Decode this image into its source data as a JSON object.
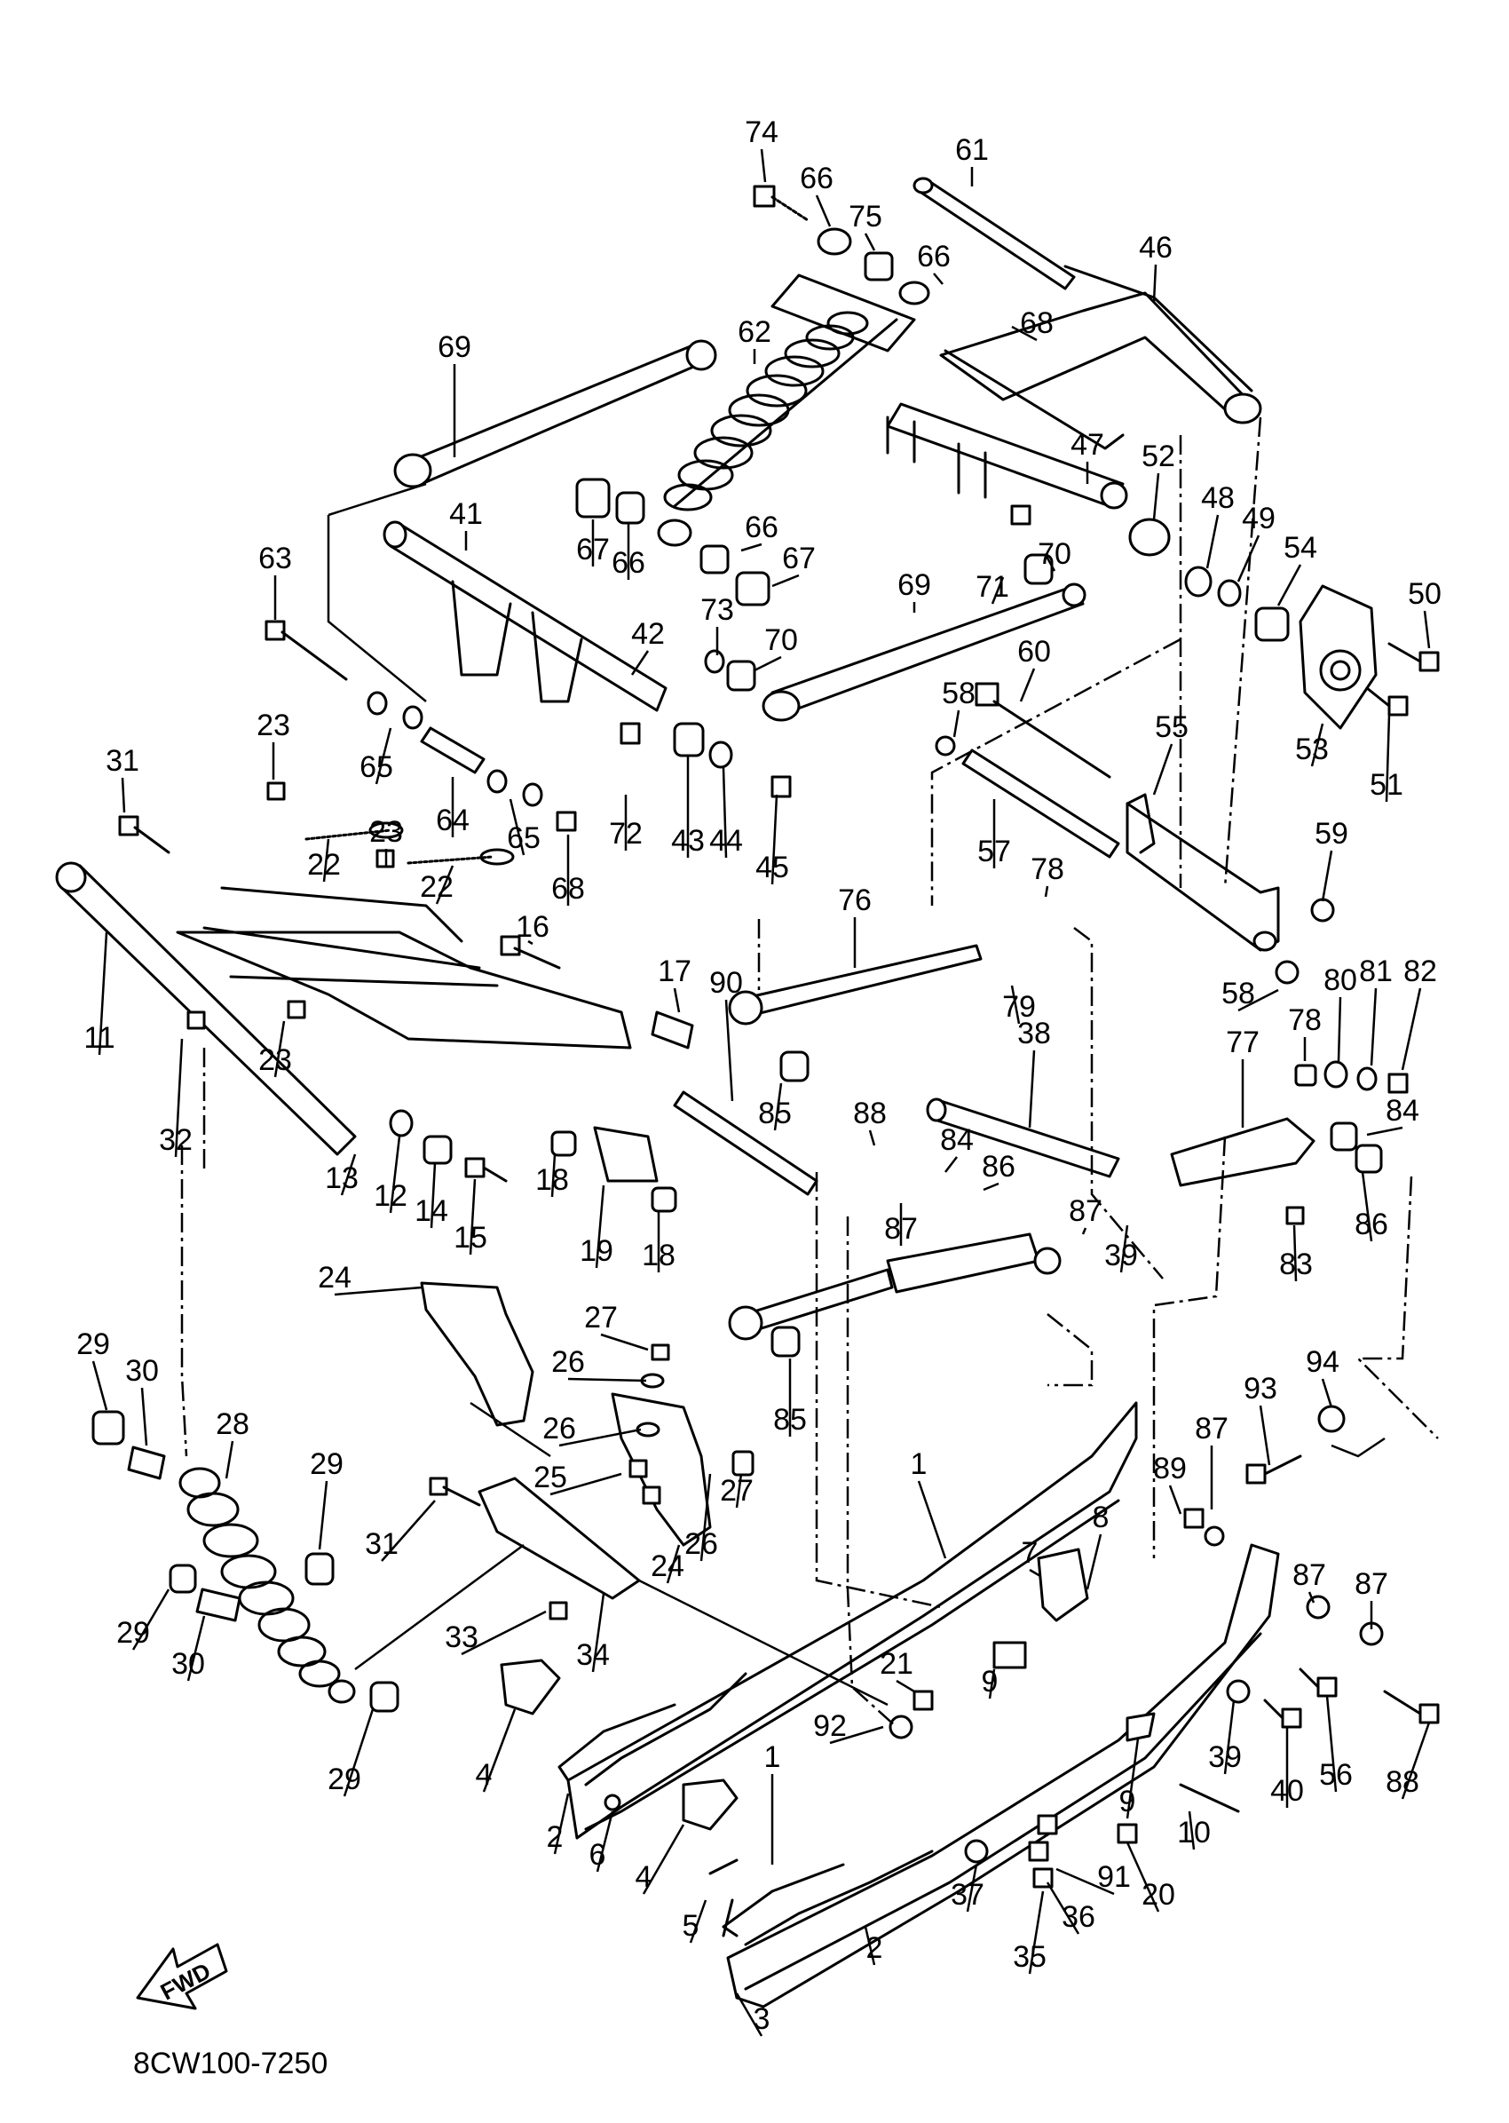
{
  "diagram": {
    "code": "8CW100-7250",
    "fwd_label": "FWD",
    "callouts": [
      {
        "id": "c74",
        "label": "74"
      },
      {
        "id": "c66a",
        "label": "66"
      },
      {
        "id": "c75",
        "label": "75"
      },
      {
        "id": "c61",
        "label": "61"
      },
      {
        "id": "c66b",
        "label": "66"
      },
      {
        "id": "c68a",
        "label": "68"
      },
      {
        "id": "c46",
        "label": "46"
      },
      {
        "id": "c69a",
        "label": "69"
      },
      {
        "id": "c62",
        "label": "62"
      },
      {
        "id": "c47",
        "label": "47"
      },
      {
        "id": "c52",
        "label": "52"
      },
      {
        "id": "c48",
        "label": "48"
      },
      {
        "id": "c49",
        "label": "49"
      },
      {
        "id": "c54",
        "label": "54"
      },
      {
        "id": "c50",
        "label": "50"
      },
      {
        "id": "c41",
        "label": "41"
      },
      {
        "id": "c67a",
        "label": "67"
      },
      {
        "id": "c66c",
        "label": "66"
      },
      {
        "id": "c66d",
        "label": "66"
      },
      {
        "id": "c67b",
        "label": "67"
      },
      {
        "id": "c71",
        "label": "71"
      },
      {
        "id": "c70a",
        "label": "70"
      },
      {
        "id": "c63",
        "label": "63"
      },
      {
        "id": "c73",
        "label": "73"
      },
      {
        "id": "c70b",
        "label": "70"
      },
      {
        "id": "c69b",
        "label": "69"
      },
      {
        "id": "c42",
        "label": "42"
      },
      {
        "id": "c53",
        "label": "53"
      },
      {
        "id": "c51",
        "label": "51"
      },
      {
        "id": "c58a",
        "label": "58"
      },
      {
        "id": "c60",
        "label": "60"
      },
      {
        "id": "c23a",
        "label": "23"
      },
      {
        "id": "c65a",
        "label": "65"
      },
      {
        "id": "c55",
        "label": "55"
      },
      {
        "id": "c31a",
        "label": "31"
      },
      {
        "id": "c22a",
        "label": "22"
      },
      {
        "id": "c64",
        "label": "64"
      },
      {
        "id": "c65b",
        "label": "65"
      },
      {
        "id": "c72",
        "label": "72"
      },
      {
        "id": "c43",
        "label": "43"
      },
      {
        "id": "c44",
        "label": "44"
      },
      {
        "id": "c45",
        "label": "45"
      },
      {
        "id": "c57",
        "label": "57"
      },
      {
        "id": "c59",
        "label": "59"
      },
      {
        "id": "c23b",
        "label": "23"
      },
      {
        "id": "c22b",
        "label": "22"
      },
      {
        "id": "c68b",
        "label": "68"
      },
      {
        "id": "c78a",
        "label": "78"
      },
      {
        "id": "c76",
        "label": "76"
      },
      {
        "id": "c16",
        "label": "16"
      },
      {
        "id": "c79",
        "label": "79"
      },
      {
        "id": "c58b",
        "label": "58"
      },
      {
        "id": "c80",
        "label": "80"
      },
      {
        "id": "c81",
        "label": "81"
      },
      {
        "id": "c82",
        "label": "82"
      },
      {
        "id": "c11",
        "label": "11"
      },
      {
        "id": "c17",
        "label": "17"
      },
      {
        "id": "c90",
        "label": "90"
      },
      {
        "id": "c78b",
        "label": "78"
      },
      {
        "id": "c23c",
        "label": "23"
      },
      {
        "id": "c85a",
        "label": "85"
      },
      {
        "id": "c38",
        "label": "38"
      },
      {
        "id": "c77",
        "label": "77"
      },
      {
        "id": "c84a",
        "label": "84"
      },
      {
        "id": "c32",
        "label": "32"
      },
      {
        "id": "c88a",
        "label": "88"
      },
      {
        "id": "c13",
        "label": "13"
      },
      {
        "id": "c12",
        "label": "12"
      },
      {
        "id": "c14",
        "label": "14"
      },
      {
        "id": "c18a",
        "label": "18"
      },
      {
        "id": "c84b",
        "label": "84"
      },
      {
        "id": "c86a",
        "label": "86"
      },
      {
        "id": "c15",
        "label": "15"
      },
      {
        "id": "c87a",
        "label": "87"
      },
      {
        "id": "c87b",
        "label": "87"
      },
      {
        "id": "c39a",
        "label": "39"
      },
      {
        "id": "c86b",
        "label": "86"
      },
      {
        "id": "c19",
        "label": "19"
      },
      {
        "id": "c18b",
        "label": "18"
      },
      {
        "id": "c83",
        "label": "83"
      },
      {
        "id": "c24a",
        "label": "24"
      },
      {
        "id": "c27a",
        "label": "27"
      },
      {
        "id": "c29a",
        "label": "29"
      },
      {
        "id": "c30a",
        "label": "30"
      },
      {
        "id": "c26a",
        "label": "26"
      },
      {
        "id": "c94",
        "label": "94"
      },
      {
        "id": "c93",
        "label": "93"
      },
      {
        "id": "c85b",
        "label": "85"
      },
      {
        "id": "c28",
        "label": "28"
      },
      {
        "id": "c26b",
        "label": "26"
      },
      {
        "id": "c87c",
        "label": "87"
      },
      {
        "id": "c1a",
        "label": "1"
      },
      {
        "id": "c29b",
        "label": "29"
      },
      {
        "id": "c25",
        "label": "25"
      },
      {
        "id": "c27b",
        "label": "27"
      },
      {
        "id": "c89",
        "label": "89"
      },
      {
        "id": "c26c",
        "label": "26"
      },
      {
        "id": "c31b",
        "label": "31"
      },
      {
        "id": "c24b",
        "label": "24"
      },
      {
        "id": "c8",
        "label": "8"
      },
      {
        "id": "c7",
        "label": "7"
      },
      {
        "id": "c87d",
        "label": "87"
      },
      {
        "id": "c87e",
        "label": "87"
      },
      {
        "id": "c29c",
        "label": "29"
      },
      {
        "id": "c30b",
        "label": "30"
      },
      {
        "id": "c33",
        "label": "33"
      },
      {
        "id": "c34",
        "label": "34"
      },
      {
        "id": "c9a",
        "label": "9"
      },
      {
        "id": "c21",
        "label": "21"
      },
      {
        "id": "c92",
        "label": "92"
      },
      {
        "id": "c39b",
        "label": "39"
      },
      {
        "id": "c40",
        "label": "40"
      },
      {
        "id": "c56",
        "label": "56"
      },
      {
        "id": "c88b",
        "label": "88"
      },
      {
        "id": "c29d",
        "label": "29"
      },
      {
        "id": "c4a",
        "label": "4"
      },
      {
        "id": "c1b",
        "label": "1"
      },
      {
        "id": "c9b",
        "label": "9"
      },
      {
        "id": "c2a",
        "label": "2"
      },
      {
        "id": "c10",
        "label": "10"
      },
      {
        "id": "c6",
        "label": "6"
      },
      {
        "id": "c4b",
        "label": "4"
      },
      {
        "id": "c91",
        "label": "91"
      },
      {
        "id": "c20",
        "label": "20"
      },
      {
        "id": "c5",
        "label": "5"
      },
      {
        "id": "c37",
        "label": "37"
      },
      {
        "id": "c36",
        "label": "36"
      },
      {
        "id": "c2b",
        "label": "2"
      },
      {
        "id": "c35",
        "label": "35"
      },
      {
        "id": "c3",
        "label": "3"
      }
    ]
  }
}
